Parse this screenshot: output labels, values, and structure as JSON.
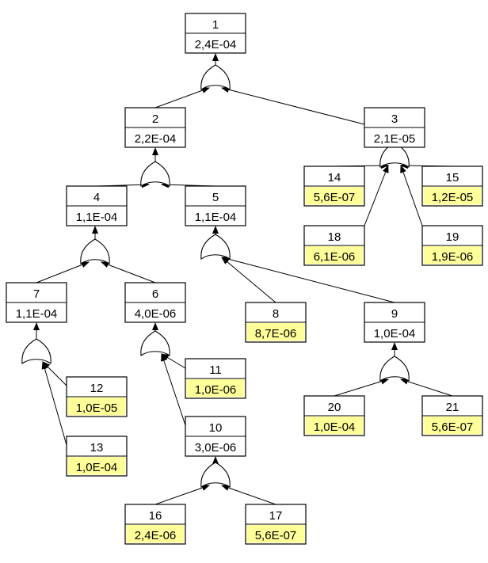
{
  "colors": {
    "basic_event_fill": "#ffff99",
    "gate_fill": "#ffffff",
    "line": "#000000"
  },
  "gate_type": "or-gate-icon",
  "nodes": [
    {
      "id": "1",
      "value": "2,4E-04",
      "basic": false
    },
    {
      "id": "2",
      "value": "2,2E-04",
      "basic": false
    },
    {
      "id": "3",
      "value": "2,1E-05",
      "basic": false
    },
    {
      "id": "4",
      "value": "1,1E-04",
      "basic": false
    },
    {
      "id": "5",
      "value": "1,1E-04",
      "basic": false
    },
    {
      "id": "6",
      "value": "4,0E-06",
      "basic": false
    },
    {
      "id": "7",
      "value": "1,1E-04",
      "basic": false
    },
    {
      "id": "8",
      "value": "8,7E-06",
      "basic": true
    },
    {
      "id": "9",
      "value": "1,0E-04",
      "basic": false
    },
    {
      "id": "10",
      "value": "3,0E-06",
      "basic": false
    },
    {
      "id": "11",
      "value": "1,0E-06",
      "basic": true
    },
    {
      "id": "12",
      "value": "1,0E-05",
      "basic": true
    },
    {
      "id": "13",
      "value": "1,0E-04",
      "basic": true
    },
    {
      "id": "14",
      "value": "5,6E-07",
      "basic": true
    },
    {
      "id": "15",
      "value": "1,2E-05",
      "basic": true
    },
    {
      "id": "16",
      "value": "2,4E-06",
      "basic": true
    },
    {
      "id": "17",
      "value": "5,6E-07",
      "basic": true
    },
    {
      "id": "18",
      "value": "6,1E-06",
      "basic": true
    },
    {
      "id": "19",
      "value": "1,9E-06",
      "basic": true
    },
    {
      "id": "20",
      "value": "1,0E-04",
      "basic": true
    },
    {
      "id": "21",
      "value": "5,6E-07",
      "basic": true
    }
  ],
  "gates": [
    {
      "output": "1",
      "inputs": [
        "2",
        "3"
      ]
    },
    {
      "output": "2",
      "inputs": [
        "4",
        "5"
      ]
    },
    {
      "output": "3",
      "inputs": [
        "14",
        "15",
        "18",
        "19"
      ]
    },
    {
      "output": "4",
      "inputs": [
        "7",
        "6"
      ]
    },
    {
      "output": "5",
      "inputs": [
        "8",
        "9"
      ]
    },
    {
      "output": "7",
      "inputs": [
        "12",
        "13"
      ]
    },
    {
      "output": "6",
      "inputs": [
        "11",
        "10"
      ]
    },
    {
      "output": "9",
      "inputs": [
        "20",
        "21"
      ]
    },
    {
      "output": "10",
      "inputs": [
        "16",
        "17"
      ]
    }
  ]
}
